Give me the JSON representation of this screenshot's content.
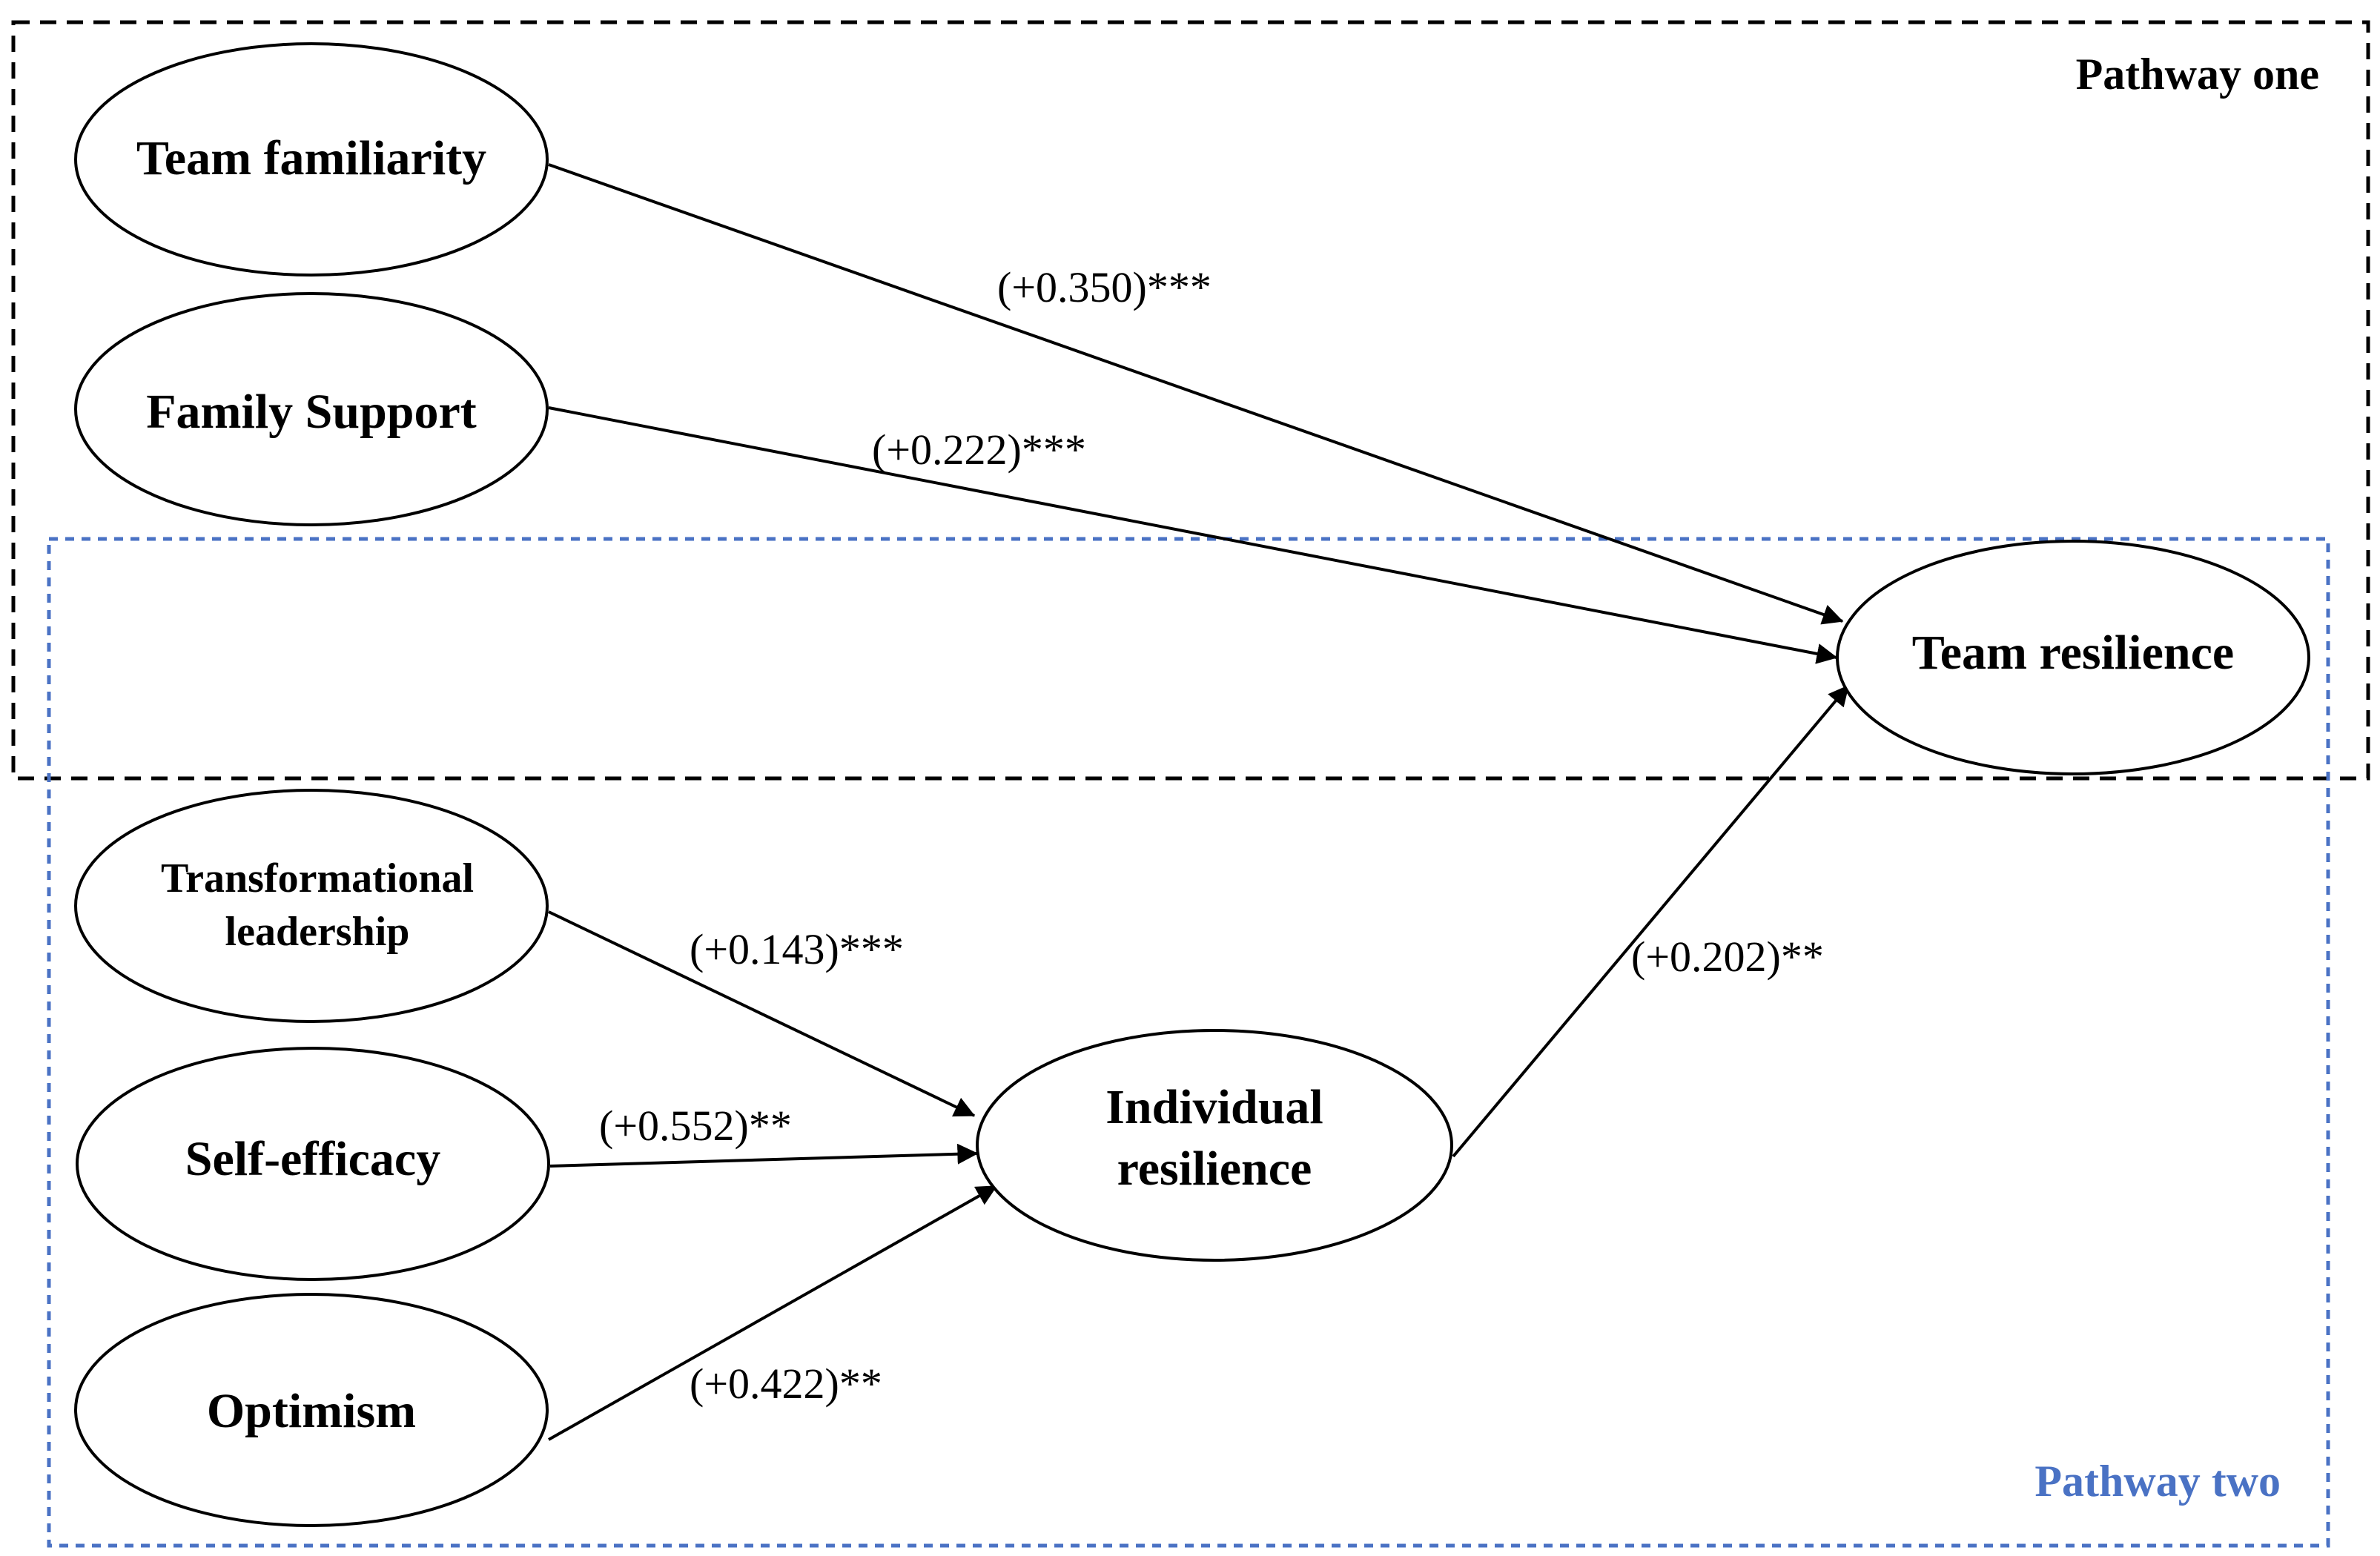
{
  "groups": {
    "pathway_one": {
      "title": "Pathway one",
      "color": "#000000"
    },
    "pathway_two": {
      "title": "Pathway two",
      "color": "#4a72c4"
    }
  },
  "nodes": {
    "team_familiarity": {
      "label": "Team familiarity"
    },
    "family_support": {
      "label": "Family Support"
    },
    "transformational_leadership": {
      "line1": "Transformational",
      "line2": "leadership"
    },
    "self_efficacy": {
      "label": "Self-efficacy"
    },
    "optimism": {
      "label": "Optimism"
    },
    "individual_resilience": {
      "line1": "Individual",
      "line2": "resilience"
    },
    "team_resilience": {
      "label": "Team resilience"
    }
  },
  "edges": {
    "familiarity_to_team": {
      "from": "Team familiarity",
      "to": "Team resilience",
      "label": "(+0.350)***"
    },
    "support_to_team": {
      "from": "Family Support",
      "to": "Team resilience",
      "label": "(+0.222)***"
    },
    "leadership_to_individual": {
      "from": "Transformational leadership",
      "to": "Individual resilience",
      "label": "(+0.143)***"
    },
    "efficacy_to_individual": {
      "from": "Self-efficacy",
      "to": "Individual resilience",
      "label": "(+0.552)**"
    },
    "optimism_to_individual": {
      "from": "Optimism",
      "to": "Individual resilience",
      "label": "(+0.422)**"
    },
    "individual_to_team": {
      "from": "Individual resilience",
      "to": "Team resilience",
      "label": "(+0.202)**"
    }
  }
}
